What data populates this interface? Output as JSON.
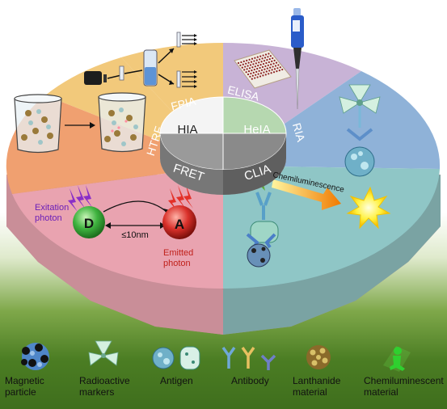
{
  "center": {
    "sectors": [
      "HIA",
      "HeIA",
      "FRET",
      "CLIA"
    ]
  },
  "ring": {
    "labels": [
      "FPIA",
      "ELISA",
      "HTRF",
      "RIA"
    ]
  },
  "fret": {
    "donor": "D",
    "acceptor": "A",
    "distance": "≤10nm",
    "excitation_line1": "Exitation",
    "excitation_line2": "photon",
    "emitted_line1": "Emitted",
    "emitted_line2": "photon"
  },
  "clia": {
    "label": "Chemiluminescence"
  },
  "legend": {
    "magnetic": [
      "Magnetic",
      "particle"
    ],
    "radioactive": [
      "Radioactive",
      "markers"
    ],
    "antigen": "Antigen",
    "antibody": "Antibody",
    "lanthanide": [
      "Lanthanide",
      "material"
    ],
    "chemi": [
      "Chemiluminescent",
      "material"
    ]
  },
  "colors": {
    "fpia": "#f2c97b",
    "elisa": "#c8b3d6",
    "ria": "#8fb2d8",
    "clia": "#8fc6c6",
    "fret": "#e9a3b0",
    "htrf": "#f0a070",
    "donor": "#4cbf4c",
    "acceptor": "#d9302a"
  }
}
